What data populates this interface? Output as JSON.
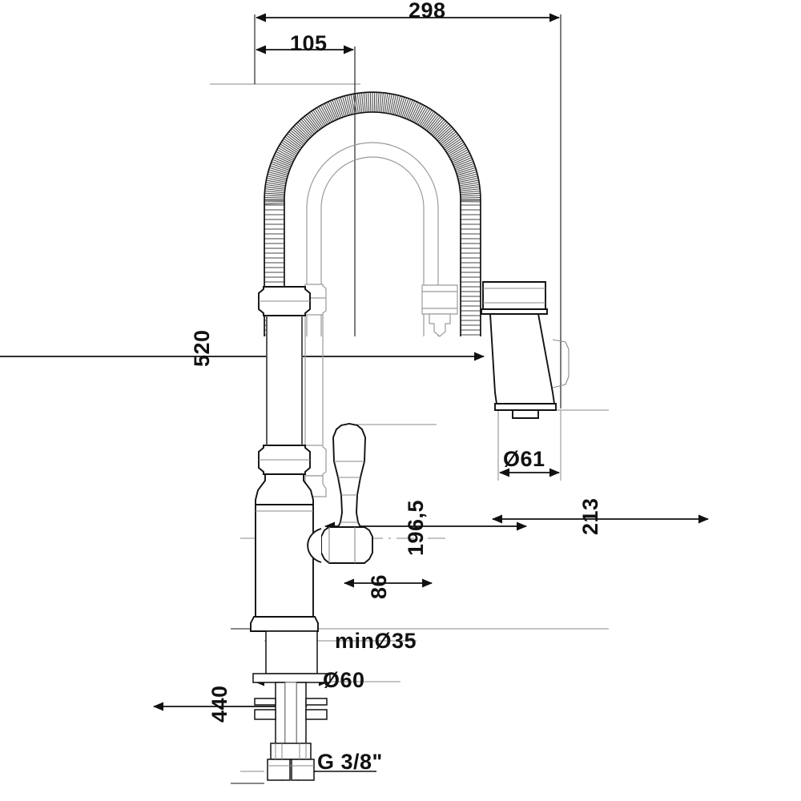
{
  "document": {
    "type": "technical-drawing",
    "subject": "Kitchen mixer tap with coiled spring pull-out spray hose",
    "projection": "front elevation",
    "units": "mm",
    "background_color": "#ffffff",
    "line_color": "#111111",
    "thin_line_color": "#8a8a8a"
  },
  "dimensions": {
    "overall_width": "298",
    "spout_offset": "105",
    "overall_height": "520",
    "spray_head_diameter": "Ø61",
    "spray_head_height": "213",
    "spout_reach_height": "196,5",
    "lever_axis_height": "86",
    "mounting_hole_min": "minØ35",
    "base_diameter": "Ø60",
    "below_deck_length": "440",
    "inlet_thread": "G 3/8\""
  },
  "dimension_list": [
    {
      "name": "overall-width",
      "value": "298",
      "orientation": "horizontal"
    },
    {
      "name": "spout-offset",
      "value": "105",
      "orientation": "horizontal"
    },
    {
      "name": "overall-height",
      "value": "520",
      "orientation": "vertical"
    },
    {
      "name": "spray-head-diameter",
      "value": "Ø61",
      "orientation": "horizontal"
    },
    {
      "name": "spray-head-height",
      "value": "213",
      "orientation": "vertical"
    },
    {
      "name": "spout-reach-height",
      "value": "196,5",
      "orientation": "vertical"
    },
    {
      "name": "lever-axis-height",
      "value": "86",
      "orientation": "vertical"
    },
    {
      "name": "mounting-hole-min",
      "value": "minØ35",
      "orientation": "horizontal"
    },
    {
      "name": "base-diameter",
      "value": "Ø60",
      "orientation": "horizontal"
    },
    {
      "name": "below-deck-length",
      "value": "440",
      "orientation": "vertical"
    },
    {
      "name": "inlet-thread",
      "value": "G 3/8\"",
      "orientation": "leader"
    }
  ]
}
